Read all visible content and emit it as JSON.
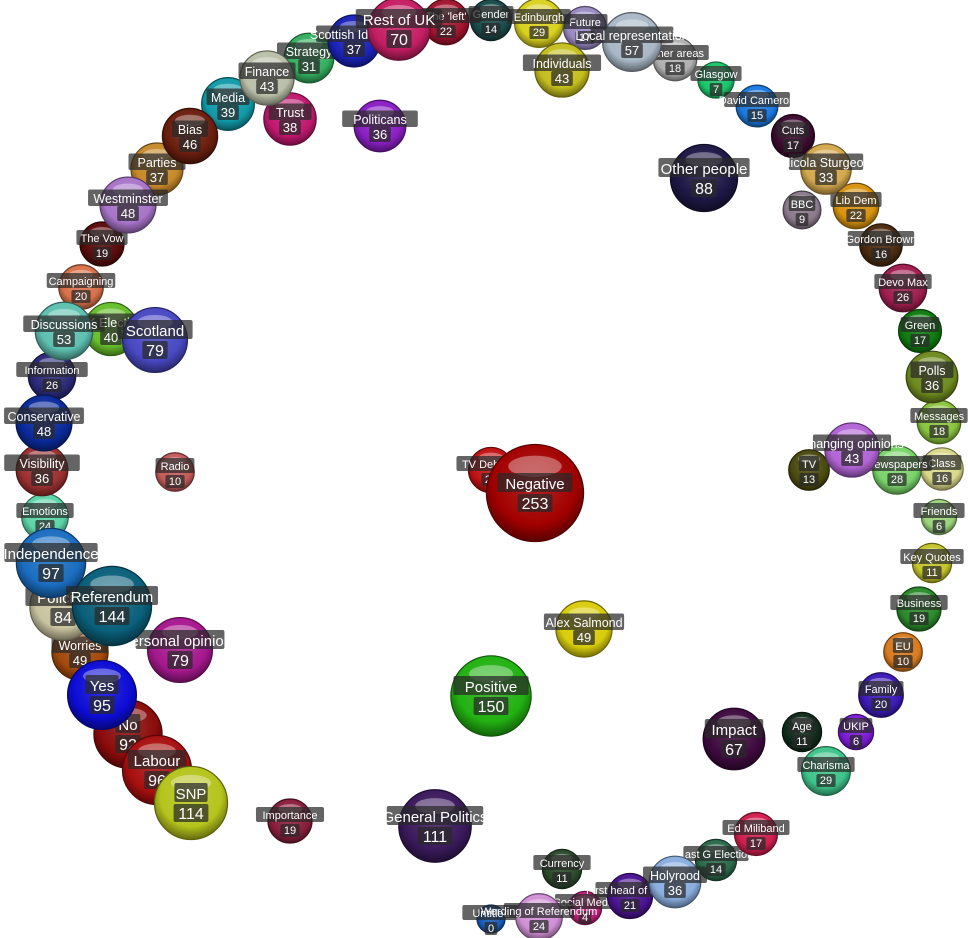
{
  "chart_data": {
    "type": "bubble",
    "title": "",
    "nodes": [
      {
        "label": "Negative",
        "value": 253,
        "color": "#a30000"
      },
      {
        "label": "Referendum",
        "value": 144,
        "color": "#0a5f7a"
      },
      {
        "label": "Positive",
        "value": 150,
        "color": "#22b112"
      },
      {
        "label": "General Politics",
        "value": 111,
        "color": "#3b1a5c"
      },
      {
        "label": "SNP",
        "value": 114,
        "color": "#b5c41c"
      },
      {
        "label": "Independence",
        "value": 97,
        "color": "#1a6dbf"
      },
      {
        "label": "Yes",
        "value": 95,
        "color": "#0c0cd6"
      },
      {
        "label": "No",
        "value": 92,
        "color": "#8a0b0b"
      },
      {
        "label": "Labour",
        "value": 96,
        "color": "#a80f0f"
      },
      {
        "label": "Policies",
        "value": 84,
        "color": "#c9c4a0"
      },
      {
        "label": "Other people",
        "value": 88,
        "color": "#1d1745"
      },
      {
        "label": "Scotland",
        "value": 79,
        "color": "#4848c2"
      },
      {
        "label": "Personal opinions",
        "value": 79,
        "color": "#a6188e"
      },
      {
        "label": "Rest of UK",
        "value": 70,
        "color": "#c41e63"
      },
      {
        "label": "Impact",
        "value": 67,
        "color": "#3e0a3e"
      },
      {
        "label": "Local representation",
        "value": 57,
        "color": "#a9b8c6"
      },
      {
        "label": "Discussions",
        "value": 53,
        "color": "#5ec0b0"
      },
      {
        "label": "Alex Salmond",
        "value": 49,
        "color": "#d9cc0c"
      },
      {
        "label": "Worries",
        "value": 49,
        "color": "#a3490b"
      },
      {
        "label": "Westminster",
        "value": 48,
        "color": "#a874c9"
      },
      {
        "label": "Conservative",
        "value": 48,
        "color": "#0a2a9a"
      },
      {
        "label": "Bias",
        "value": 46,
        "color": "#6a1e0e"
      },
      {
        "label": "Changing opinions",
        "value": 43,
        "color": "#b164d4"
      },
      {
        "label": "Finance",
        "value": 43,
        "color": "#b9bfa8"
      },
      {
        "label": "Individuals",
        "value": 43,
        "color": "#c4bf1e"
      },
      {
        "label": "UK Election",
        "value": 40,
        "color": "#66bf2a"
      },
      {
        "label": "Media",
        "value": 39,
        "color": "#119aa8"
      },
      {
        "label": "Trust",
        "value": 38,
        "color": "#c0186e"
      },
      {
        "label": "Parties",
        "value": 37,
        "color": "#c78a2a"
      },
      {
        "label": "Scottish Identity",
        "value": 37,
        "color": "#1a23b8"
      },
      {
        "label": "Politicans",
        "value": 36,
        "color": "#8a1ec4"
      },
      {
        "label": "Visibility",
        "value": 36,
        "color": "#9c3030"
      },
      {
        "label": "Polls",
        "value": 36,
        "color": "#6e8a1e"
      },
      {
        "label": "Holyrood",
        "value": 36,
        "color": "#8aaee0"
      },
      {
        "label": "Nicola Sturgeon",
        "value": 33,
        "color": "#d4a84e"
      },
      {
        "label": "Strategy",
        "value": 31,
        "color": "#34b060"
      },
      {
        "label": "Edinburgh",
        "value": 29,
        "color": "#d9d11e"
      },
      {
        "label": "Charisma",
        "value": 29,
        "color": "#3ec48a"
      },
      {
        "label": "Newspapers",
        "value": 28,
        "color": "#7ad46a"
      },
      {
        "label": "Devo Max",
        "value": 26,
        "color": "#a01e4e"
      },
      {
        "label": "Information",
        "value": 26,
        "color": "#2a2a7a"
      },
      {
        "label": "Emotions",
        "value": 24,
        "color": "#5ed4a8"
      },
      {
        "label": "Wording of Referendum",
        "value": 24,
        "color": "#d190d6"
      },
      {
        "label": "The 'left'",
        "value": 22,
        "color": "#a1132e"
      },
      {
        "label": "Lib Dem",
        "value": 22,
        "color": "#d8930e"
      },
      {
        "label": "TV Debates",
        "value": 21,
        "color": "#c01212"
      },
      {
        "label": "First head of state",
        "value": 21,
        "color": "#4a1290"
      },
      {
        "label": "Campaigning",
        "value": 20,
        "color": "#d9714a"
      },
      {
        "label": "Family",
        "value": 20,
        "color": "#3c1ab5"
      },
      {
        "label": "Importance",
        "value": 19,
        "color": "#8a1e3c"
      },
      {
        "label": "The Vow",
        "value": 19,
        "color": "#5a0a0a"
      },
      {
        "label": "Business",
        "value": 19,
        "color": "#2a8a2a"
      },
      {
        "label": "Messages",
        "value": 18,
        "color": "#8ac43e"
      },
      {
        "label": "Other areas",
        "value": 18,
        "color": "#b0b0b0"
      },
      {
        "label": "Future",
        "value": 17,
        "color": "#9a8ac4"
      },
      {
        "label": "Cuts",
        "value": 17,
        "color": "#3a0a2e"
      },
      {
        "label": "Green",
        "value": 17,
        "color": "#0e7a0e"
      },
      {
        "label": "Ed Miliband",
        "value": 17,
        "color": "#d11e4e"
      },
      {
        "label": "Gordon Brown",
        "value": 16,
        "color": "#4a2a0e"
      },
      {
        "label": "Class",
        "value": 16,
        "color": "#d9d98a"
      },
      {
        "label": "David Cameron",
        "value": 15,
        "color": "#1a7ae0"
      },
      {
        "label": "Gender",
        "value": 14,
        "color": "#1a4a4a"
      },
      {
        "label": "Last G Election",
        "value": 14,
        "color": "#2a6a4a"
      },
      {
        "label": "TV",
        "value": 13,
        "color": "#4a4a0e"
      },
      {
        "label": "Key Quotes",
        "value": 11,
        "color": "#c4c42a"
      },
      {
        "label": "Currency",
        "value": 11,
        "color": "#2a4a2a"
      },
      {
        "label": "Age",
        "value": 11,
        "color": "#0e2a1a"
      },
      {
        "label": "Radio",
        "value": 10,
        "color": "#c45a5a"
      },
      {
        "label": "EU",
        "value": 10,
        "color": "#d97a1e"
      },
      {
        "label": "BBC",
        "value": 9,
        "color": "#8a7a8a"
      },
      {
        "label": "Glasgow",
        "value": 7,
        "color": "#1ac46a"
      },
      {
        "label": "Friends",
        "value": 6,
        "color": "#9ad47a"
      },
      {
        "label": "UKIP",
        "value": 6,
        "color": "#7a1ad4"
      },
      {
        "label": "Social Media",
        "value": 4,
        "color": "#c41e7a"
      },
      {
        "label": "Untitled",
        "value": 0,
        "color": "#1a5ab5"
      }
    ]
  }
}
